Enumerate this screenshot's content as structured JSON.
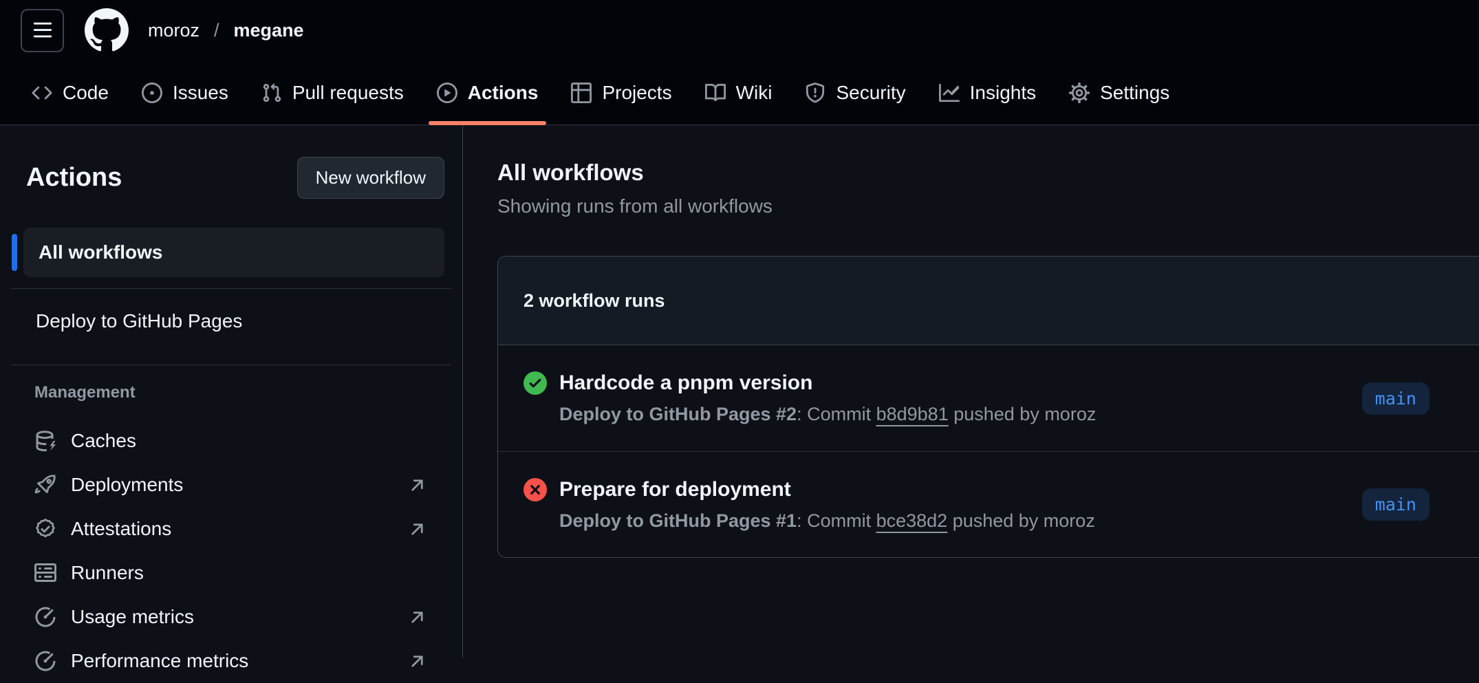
{
  "topbar": {
    "breadcrumb": {
      "owner": "moroz",
      "separator": "/",
      "repo": "megane"
    }
  },
  "nav": {
    "tabs": [
      {
        "label": "Code",
        "icon": "code-icon",
        "active": false
      },
      {
        "label": "Issues",
        "icon": "issue-opened-icon",
        "active": false
      },
      {
        "label": "Pull requests",
        "icon": "git-pull-request-icon",
        "active": false
      },
      {
        "label": "Actions",
        "icon": "play-icon",
        "active": true
      },
      {
        "label": "Projects",
        "icon": "table-icon",
        "active": false
      },
      {
        "label": "Wiki",
        "icon": "book-icon",
        "active": false
      },
      {
        "label": "Security",
        "icon": "shield-icon",
        "active": false
      },
      {
        "label": "Insights",
        "icon": "graph-icon",
        "active": false
      },
      {
        "label": "Settings",
        "icon": "gear-icon",
        "active": false
      }
    ]
  },
  "sidebar": {
    "title": "Actions",
    "new_workflow_button": "New workflow",
    "workflows": [
      {
        "label": "All workflows",
        "selected": true
      },
      {
        "label": "Deploy to GitHub Pages",
        "selected": false
      }
    ],
    "management": {
      "heading": "Management",
      "items": [
        {
          "label": "Caches",
          "icon": "cache-icon",
          "external": false
        },
        {
          "label": "Deployments",
          "icon": "rocket-icon",
          "external": true
        },
        {
          "label": "Attestations",
          "icon": "verified-icon",
          "external": true
        },
        {
          "label": "Runners",
          "icon": "server-icon",
          "external": false
        },
        {
          "label": "Usage metrics",
          "icon": "meter-icon",
          "external": true
        },
        {
          "label": "Performance metrics",
          "icon": "meter-icon",
          "external": true
        }
      ]
    }
  },
  "main": {
    "heading": "All workflows",
    "subheading": "Showing runs from all workflows",
    "runs_box": {
      "header": "2 workflow runs",
      "runs": [
        {
          "status": "success",
          "title": "Hardcode a pnpm version",
          "workflow_run": "Deploy to GitHub Pages #2",
          "desc_prefix": ": Commit ",
          "commit": "b8d9b81",
          "desc_suffix": " pushed by moroz",
          "branch": "main"
        },
        {
          "status": "failure",
          "title": "Prepare for deployment",
          "workflow_run": "Deploy to GitHub Pages #1",
          "desc_prefix": ": Commit ",
          "commit": "bce38d2",
          "desc_suffix": " pushed by moroz",
          "branch": "main"
        }
      ]
    }
  },
  "colors": {
    "header_bg": "#010409",
    "page_bg": "#0d1117",
    "active_tab_underline": "#f78166",
    "selected_indicator": "#1f6feb",
    "success": "#3fb950",
    "danger": "#f85149",
    "branch_badge_text": "#4493f8"
  }
}
